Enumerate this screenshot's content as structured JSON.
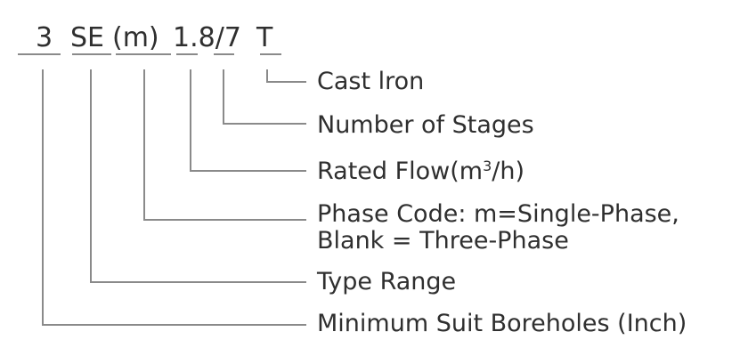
{
  "model_code": {
    "borehole": "3",
    "type_range": "SE",
    "phase": "(m)",
    "flow_stages": "1.8/7",
    "material": "T"
  },
  "legend": {
    "cast_iron": "Cast lron",
    "number_of_stages": "Number of Stages",
    "rated_flow_pre": "Rated Flow(m",
    "rated_flow_sup": "3",
    "rated_flow_post": "/h)",
    "phase_code_line1": "Phase Code: m=Single-Phase,",
    "phase_code_line2": "Blank = Three-Phase",
    "type_range": "Type Range",
    "min_boreholes": "Minimum Suit Boreholes (Inch)"
  },
  "colors": {
    "background": "#ffffff",
    "text": "#2f2f2f",
    "line": "#8a8a8a"
  }
}
